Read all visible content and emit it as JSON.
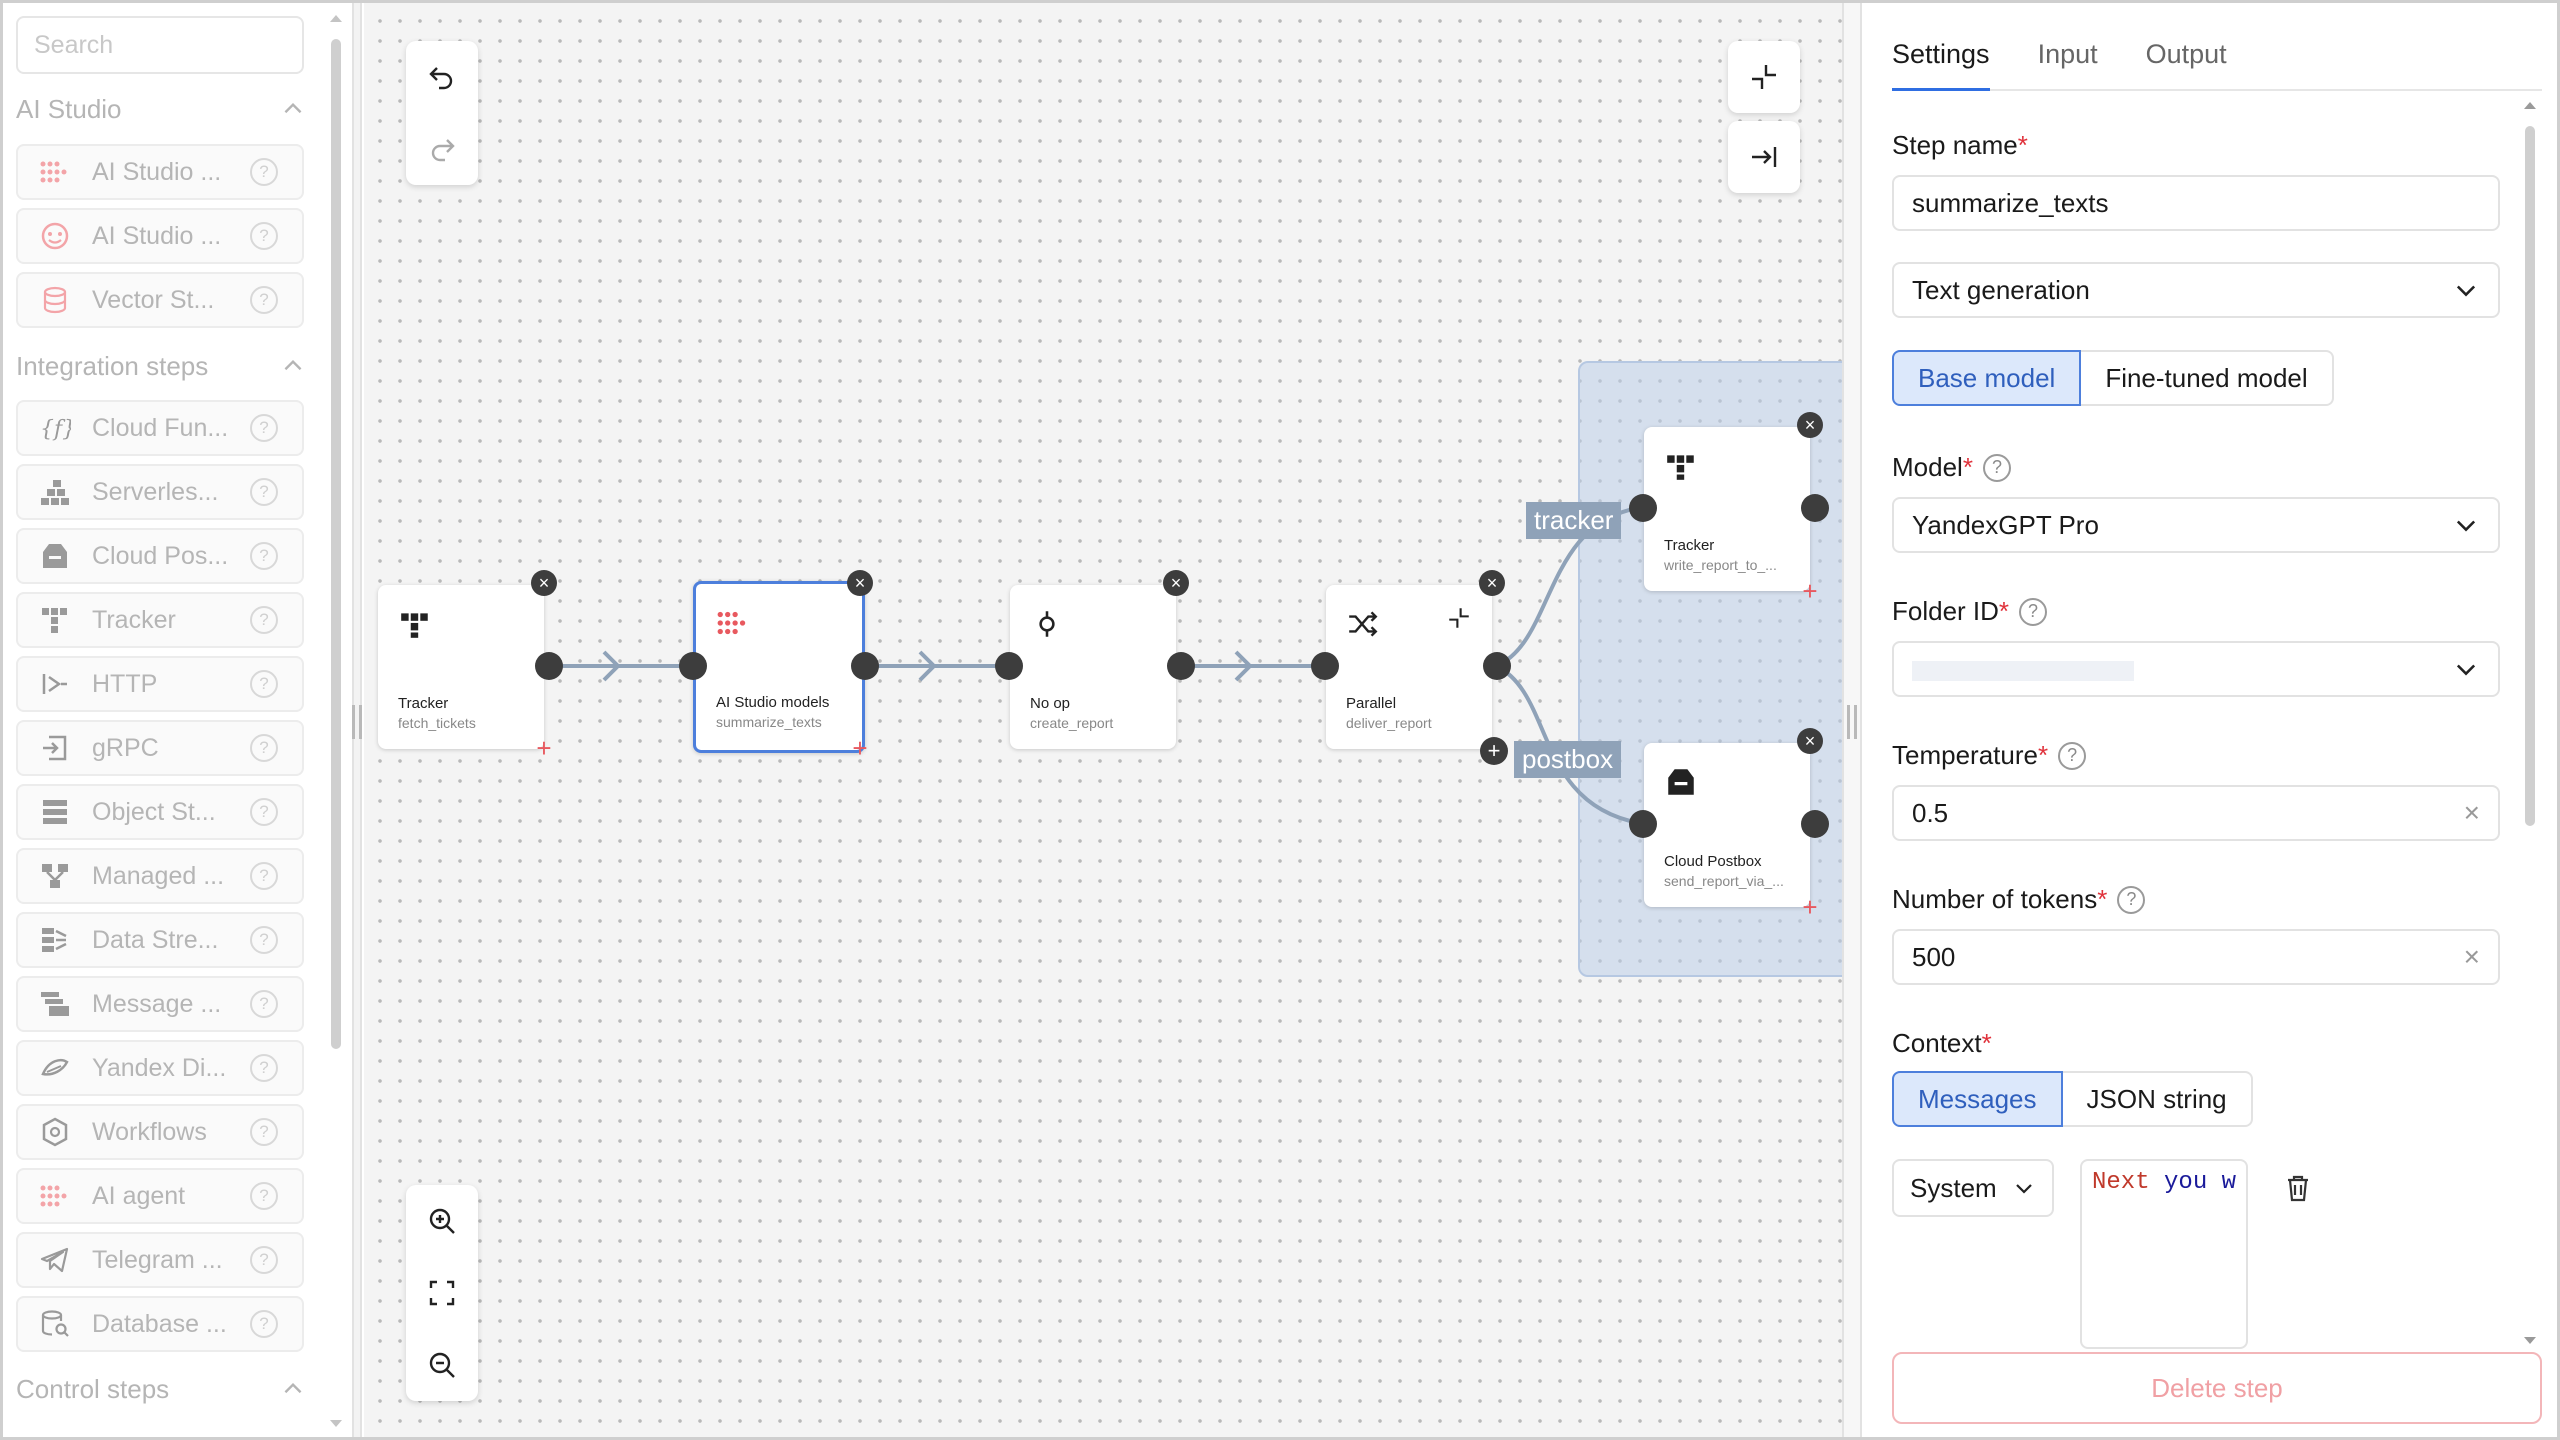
{
  "sidebar": {
    "search_placeholder": "Search",
    "sections": {
      "ai_studio": "AI Studio",
      "integration": "Integration steps",
      "control": "Control steps"
    },
    "ai_items": [
      "AI Studio ...",
      "AI Studio ...",
      "Vector St..."
    ],
    "integration_items": [
      "Cloud Fun...",
      "Serverles...",
      "Cloud Pos...",
      "Tracker",
      "HTTP",
      "gRPC",
      "Object St...",
      "Managed ...",
      "Data Stre...",
      "Message ...",
      "Yandex Di...",
      "Workflows",
      "AI agent",
      "Telegram ...",
      "Database ..."
    ],
    "help_glyph": "?"
  },
  "canvas": {
    "nodes": [
      {
        "title": "Tracker",
        "sub": "fetch_tickets"
      },
      {
        "title": "AI Studio models",
        "sub": "summarize_texts"
      },
      {
        "title": "No op",
        "sub": "create_report"
      },
      {
        "title": "Parallel",
        "sub": "deliver_report"
      },
      {
        "title": "Tracker",
        "sub": "write_report_to_..."
      },
      {
        "title": "Cloud Postbox",
        "sub": "send_report_via_..."
      }
    ],
    "edge_labels": {
      "tracker": "tracker",
      "postbox": "postbox"
    },
    "close_glyph": "×",
    "plus_glyph": "+"
  },
  "panel": {
    "tabs": [
      "Settings",
      "Input",
      "Output"
    ],
    "step_name_label": "Step name",
    "step_name_value": "summarize_texts",
    "step_type": "Text generation",
    "model_kind": [
      "Base model",
      "Fine-tuned model"
    ],
    "model_label": "Model",
    "model_value": "YandexGPT Pro",
    "folder_label": "Folder ID",
    "temperature_label": "Temperature",
    "temperature_value": "0.5",
    "tokens_label": "Number of tokens",
    "tokens_value": "500",
    "context_label": "Context",
    "context_kind": [
      "Messages",
      "JSON string"
    ],
    "role_value": "System",
    "message_text_a": "Next",
    "message_text_b": " you w",
    "delete_label": "Delete step",
    "required_mark": "*",
    "help_glyph": "?",
    "clear_glyph": "×"
  },
  "colors": {
    "accent": "#4d7fdc",
    "danger": "#e0323b",
    "group_fill": "#bbcde8",
    "edge": "#8fa2b8"
  }
}
